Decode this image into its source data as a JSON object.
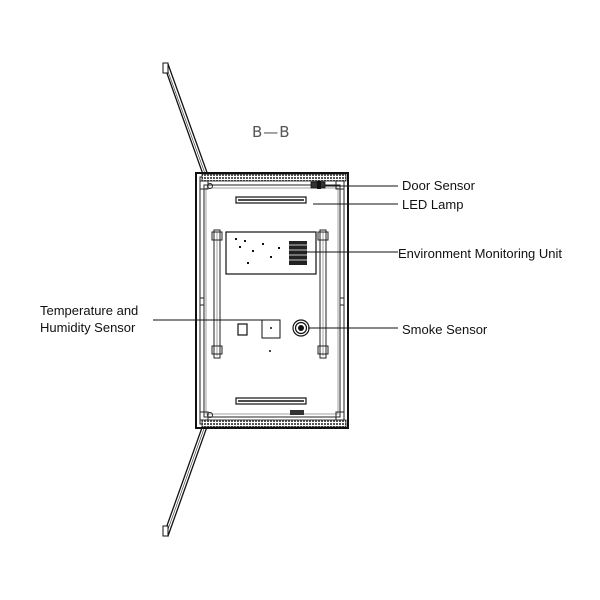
{
  "section_label": "B—B",
  "callouts": {
    "door_sensor": "Door Sensor",
    "led_lamp": "LED Lamp",
    "environment_monitoring_unit": "Environment Monitoring Unit",
    "temperature_humidity_line1": "Temperature and",
    "temperature_humidity_line2": "Humidity Sensor",
    "smoke_sensor": "Smoke Sensor"
  }
}
